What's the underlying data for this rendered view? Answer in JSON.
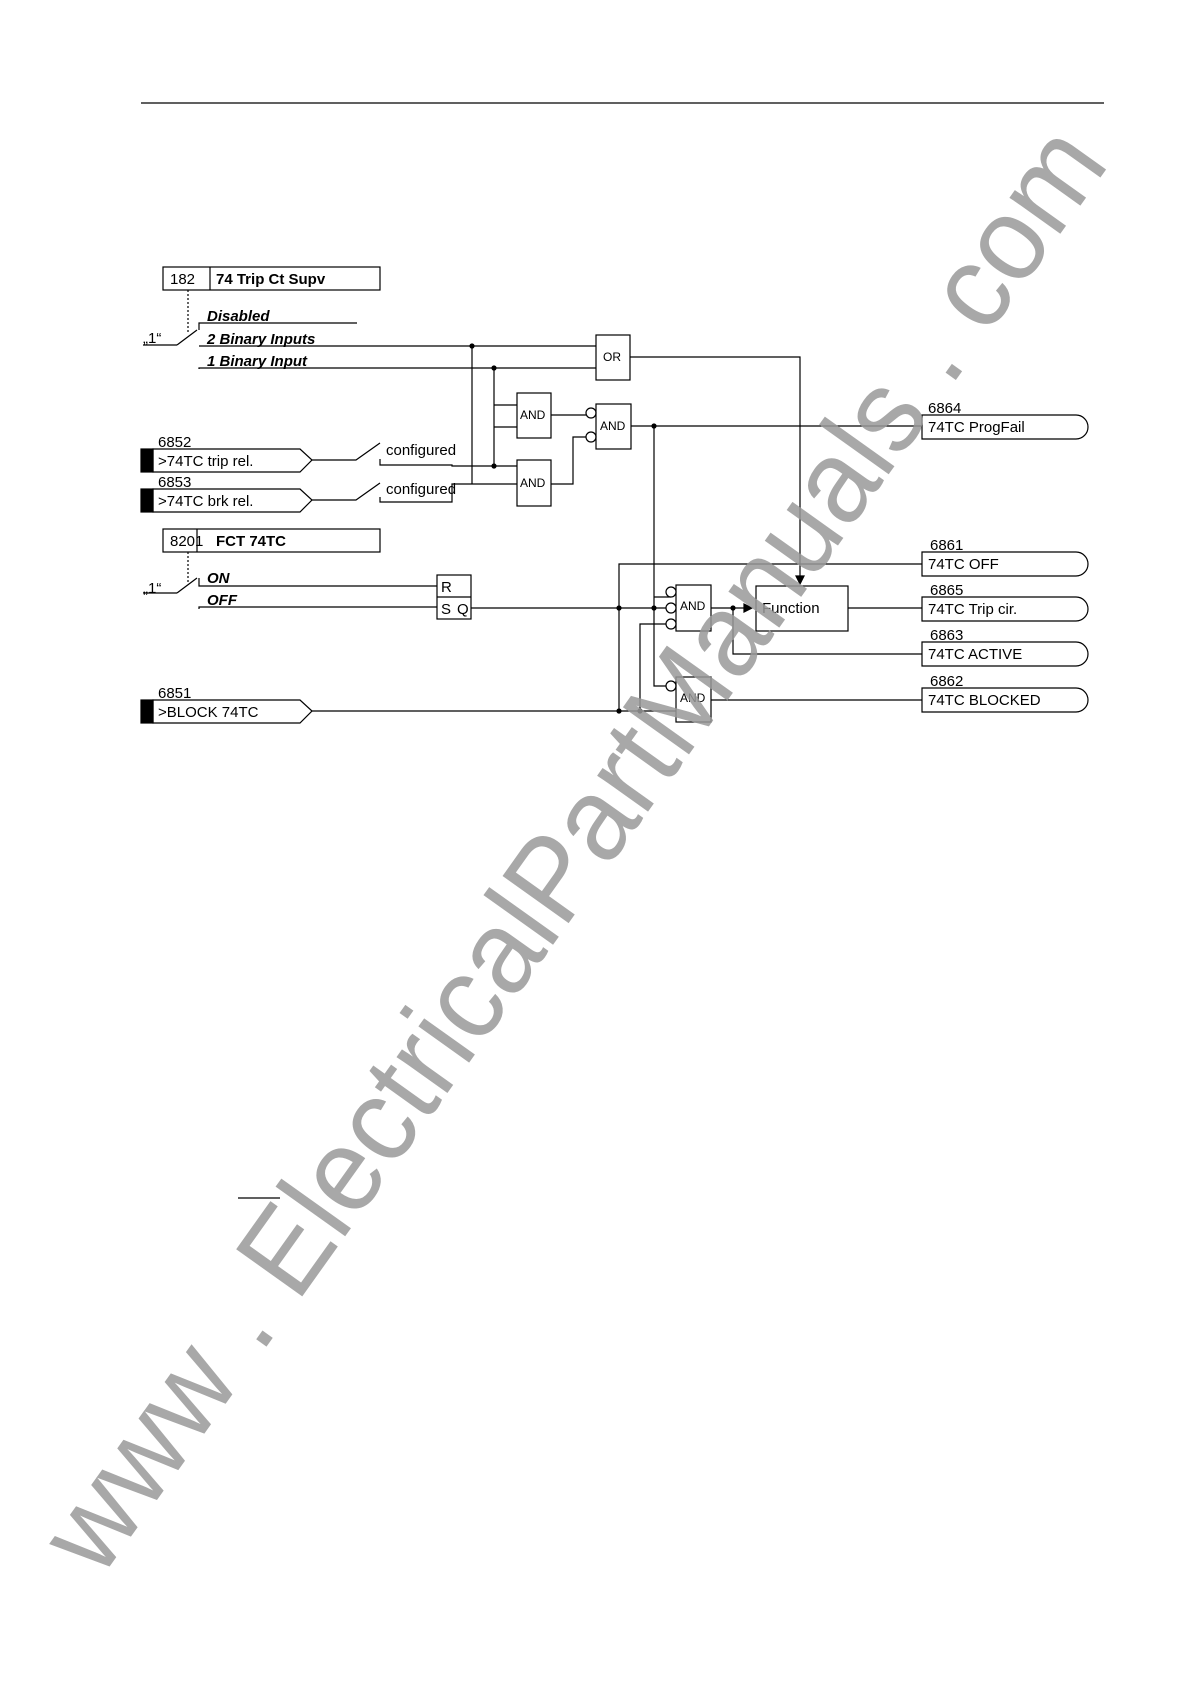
{
  "setting_182": {
    "address": "182",
    "name": "74 Trip Ct Supv",
    "switch_value": "„1“",
    "options": [
      "Disabled",
      "2 Binary Inputs",
      "1 Binary Input"
    ]
  },
  "inputs": [
    {
      "number": "6852",
      "label": ">74TC trip rel.",
      "switch": "configured"
    },
    {
      "number": "6853",
      "label": ">74TC brk rel.",
      "switch": "configured"
    },
    {
      "number": "6851",
      "label": ">BLOCK 74TC"
    }
  ],
  "setting_8201": {
    "address": "8201",
    "name": "FCT 74TC",
    "switch_value": "„1“",
    "options": [
      "ON",
      "OFF"
    ]
  },
  "gates": {
    "or": "OR",
    "and": "AND",
    "ff_r": "R",
    "ff_s": "S",
    "ff_q": "Q",
    "function": "Function"
  },
  "outputs": [
    {
      "number": "6864",
      "label": "74TC ProgFail"
    },
    {
      "number": "6861",
      "label": "74TC OFF"
    },
    {
      "number": "6865",
      "label": "74TC Trip cir."
    },
    {
      "number": "6863",
      "label": "74TC ACTIVE"
    },
    {
      "number": "6862",
      "label": "74TC BLOCKED"
    }
  ],
  "watermark": "www . ElectricalPartManuals . com"
}
